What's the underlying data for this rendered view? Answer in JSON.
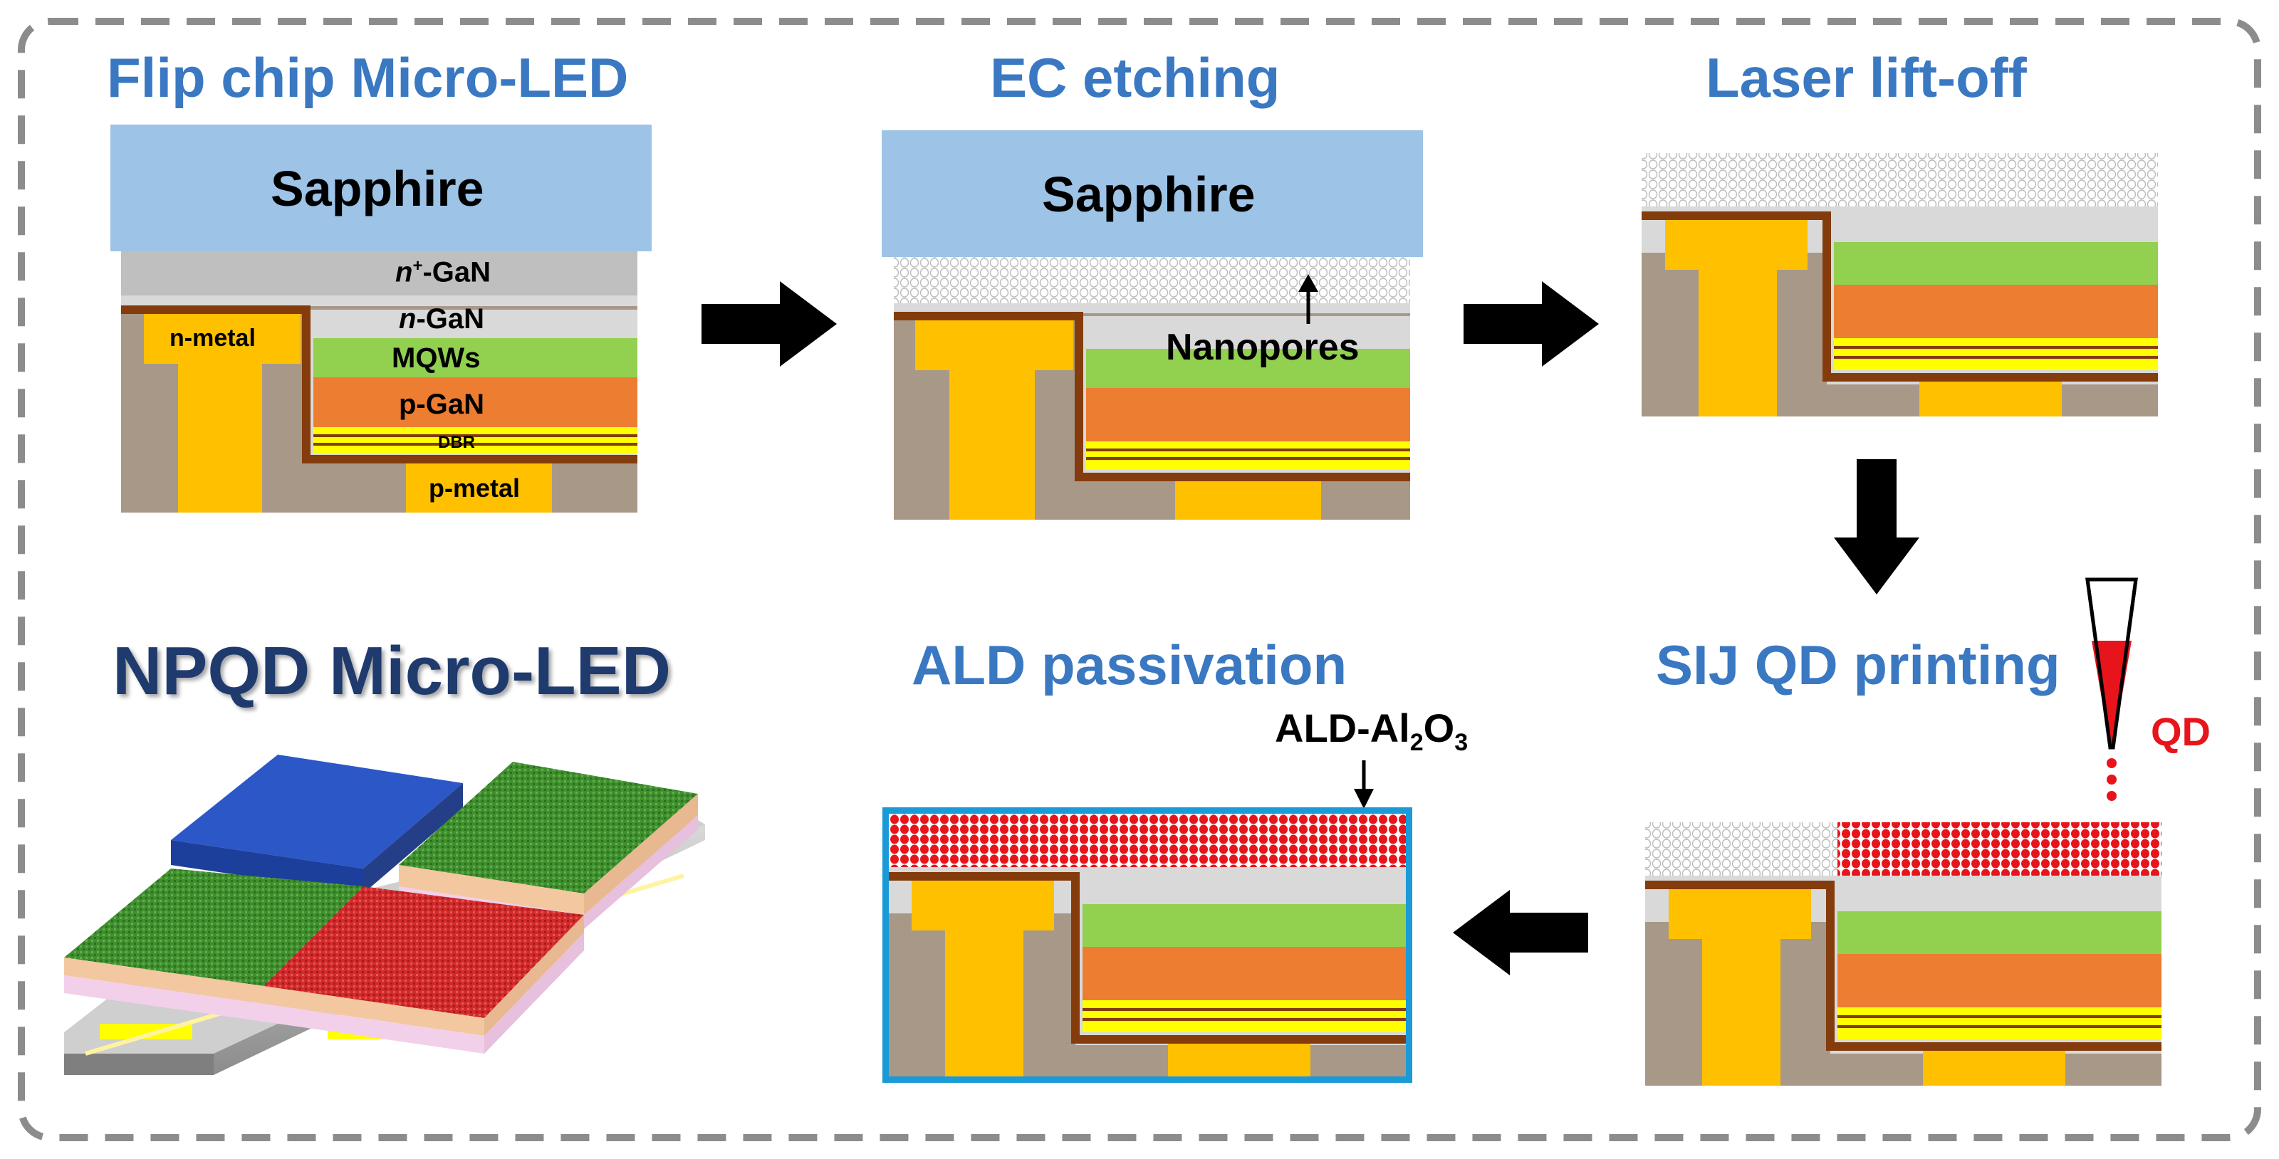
{
  "titles": {
    "flip_chip": "Flip chip Micro-LED",
    "ec_etching": "EC etching",
    "laser_lift_off": "Laser lift-off",
    "npqd": "NPQD Micro-LED",
    "ald_passivation": "ALD passivation",
    "sij_qd_printing": "SIJ QD printing"
  },
  "labels": {
    "sapphire": "Sapphire",
    "n_plus_gan_prefix": "n",
    "n_plus_gan_sup": "+",
    "n_plus_gan_suffix": "-GaN",
    "n_gan_prefix": "n",
    "n_gan_suffix": "-GaN",
    "n_metal": "n-metal",
    "mqws": "MQWs",
    "p_gan": "p-GaN",
    "dbr": "DBR",
    "p_metal": "p-metal",
    "nanopores": "Nanopores",
    "ald_prefix": "ALD-Al",
    "ald_sub1": "2",
    "ald_mid": "O",
    "ald_sub2": "3",
    "qd": "QD"
  },
  "colors": {
    "title_blue": "#3a78c2",
    "title_dark": "#1f3b6e",
    "sapphire": "#9dc3e6",
    "n_plus_gan": "#bfbfbf",
    "n_gan": "#d9d9d9",
    "mqws": "#92d050",
    "p_gan": "#ed7d31",
    "dbr_yellow": "#ffff00",
    "metal": "#ffc000",
    "substrate": "#a89888",
    "passivation": "#843c0c",
    "qd_red": "#e8141b",
    "ald_border": "#1a9ad6",
    "arrow": "#000000"
  }
}
